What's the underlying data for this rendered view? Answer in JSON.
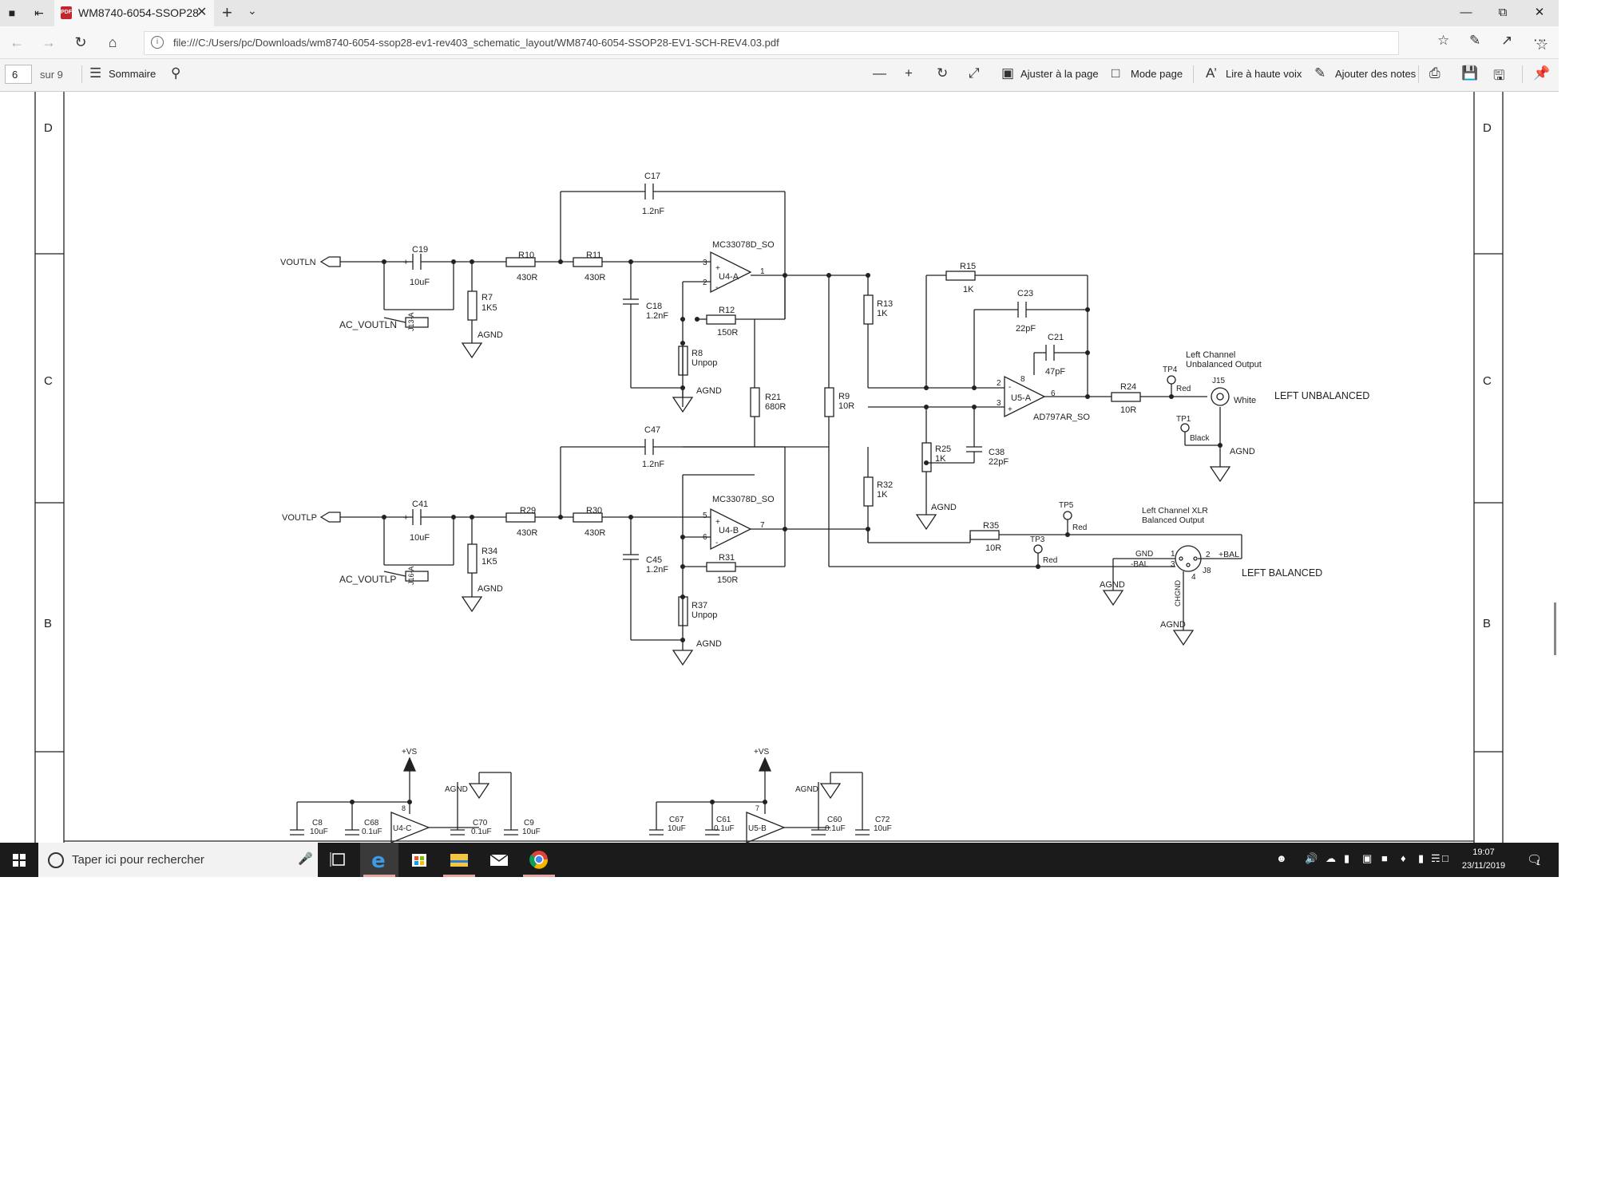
{
  "browser": {
    "tab_title": "WM8740-6054-SSOP28",
    "tab_icon": "pdf-icon",
    "url": "file:///C:/Users/pc/Downloads/wm8740-6054-ssop28-ev1-rev403_schematic_layout/WM8740-6054-SSOP28-EV1-SCH-REV4.03.pdf"
  },
  "pdf_toolbar": {
    "page_number": "6",
    "page_of": "sur 9",
    "contents_label": "Sommaire",
    "fit_page_label": "Ajuster à la page",
    "page_mode_label": "Mode page",
    "read_aloud_label": "Lire à haute voix",
    "add_notes_label": "Ajouter des notes"
  },
  "schematic": {
    "border_rows": [
      "D",
      "C",
      "B"
    ],
    "labels": {
      "voutln": "VOUTLN",
      "voutlp": "VOUTLP",
      "ac_voutln": "AC_VOUTLN",
      "ac_voutlp": "AC_VOUTLP",
      "j13a": "J13-A",
      "j16a": "J16-A",
      "c17": "C17",
      "c17v": "1.2nF",
      "c19": "C19",
      "c19v": "10uF",
      "r10": "R10",
      "r10v": "430R",
      "r11": "R11",
      "r11v": "430R",
      "r7": "R7",
      "r7v": "1K5",
      "agnd": "AGND",
      "c18": "C18",
      "c18v": "1.2nF",
      "r12": "R12",
      "r12v": "150R",
      "r8": "R8",
      "r8v": "Unpop",
      "u4_part": "MC33078D_SO",
      "u4a": "U4-A",
      "u4b": "U4-B",
      "r21": "R21",
      "r21v": "680R",
      "r13": "R13",
      "r13v": "1K",
      "r9": "R9",
      "r9v": "10R",
      "r15": "R15",
      "r15v": "1K",
      "c23": "C23",
      "c23v": "22pF",
      "c21": "C21",
      "c21v": "47pF",
      "u5a": "U5-A",
      "u5_part": "AD797AR_SO",
      "r25": "R25",
      "r25v": "1K",
      "c38": "C38",
      "c38v": "22pF",
      "r24": "R24",
      "r24v": "10R",
      "tp4": "TP4",
      "tp4c": "Red",
      "tp1": "TP1",
      "tp1c": "Black",
      "j15": "J15",
      "white": "White",
      "left_unbal_hdr1": "Left Channel",
      "left_unbal_hdr2": "Unbalanced Output",
      "left_unbalanced": "LEFT UNBALANCED",
      "c47": "C47",
      "c47v": "1.2nF",
      "c41": "C41",
      "c41v": "10uF",
      "r29": "R29",
      "r29v": "430R",
      "r30": "R30",
      "r30v": "430R",
      "r34": "R34",
      "r34v": "1K5",
      "c45": "C45",
      "c45v": "1.2nF",
      "r31": "R31",
      "r31v": "150R",
      "r37": "R37",
      "r37v": "Unpop",
      "r32": "R32",
      "r32v": "1K",
      "r35": "R35",
      "r35v": "10R",
      "tp5": "TP5",
      "tp5c": "Red",
      "tp3": "TP3",
      "tp3c": "Red",
      "xlr_hdr1": "Left Channel XLR",
      "xlr_hdr2": "Balanced Output",
      "j8": "J8",
      "gnd": "GND",
      "bal_neg": "-BAL",
      "bal_pos": "+BAL",
      "chgnd": "CHGND",
      "left_balanced": "LEFT BALANCED",
      "vs": "+VS",
      "c8": "C8",
      "c8v": "10uF",
      "c68": "C68",
      "c68v": "0.1uF",
      "u4c": "U4-C",
      "c70": "C70",
      "c70v": "0.1uF",
      "c9": "C9",
      "c9v": "10uF",
      "c67": "C67",
      "c67v": "10uF",
      "c61": "C61",
      "c61v": "0.1uF",
      "u5b": "U5-B",
      "c60": "C60",
      "c60v": "0.1uF",
      "c72": "C72",
      "c72v": "10uF",
      "pin1": "1",
      "pin2": "2",
      "pin3": "3",
      "pin4": "4",
      "pin5": "5",
      "pin6": "6",
      "pin7": "7",
      "pin8": "8",
      "plus": "+",
      "minus": "-"
    }
  },
  "taskbar": {
    "search_placeholder": "Taper ici pour rechercher",
    "time": "19:07",
    "date": "23/11/2019",
    "notification_count": "1"
  }
}
